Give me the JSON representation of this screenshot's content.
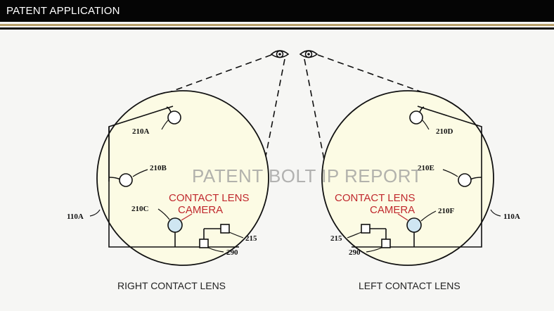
{
  "header": {
    "title": "PATENT APPLICATION"
  },
  "watermark": "PATENT BOLT IP REPORT",
  "right_lens": {
    "caption": "RIGHT CONTACT LENS",
    "outer_ref": "110A",
    "sensor_a": "210A",
    "sensor_b": "210B",
    "sensor_c": "210C",
    "camera_label_line1": "CONTACT LENS",
    "camera_label_line2": "CAMERA",
    "ref_215": "215",
    "ref_290": "290"
  },
  "left_lens": {
    "caption": "LEFT CONTACT LENS",
    "outer_ref": "110A",
    "sensor_d": "210D",
    "sensor_e": "210E",
    "sensor_f": "210F",
    "camera_label_line1": "CONTACT LENS",
    "camera_label_line2": "CAMERA",
    "ref_215": "215",
    "ref_290": "290"
  },
  "colors": {
    "lens_fill": "#fcfbe4",
    "camera_fill": "#cfe6f2",
    "label_red": "#c0282d",
    "header_bg": "#050505",
    "gold_rule": "#b8a06a"
  }
}
